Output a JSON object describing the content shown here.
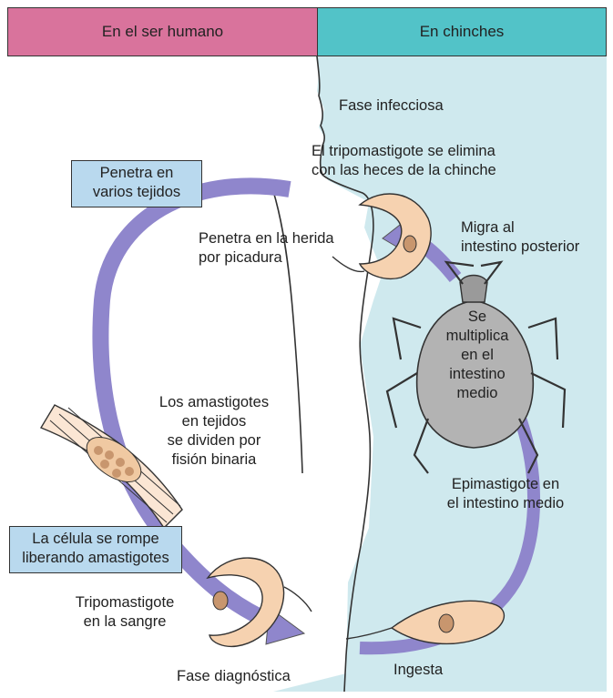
{
  "headers": {
    "left": "En el ser humano",
    "right": "En chinches"
  },
  "boxes": {
    "penetra": [
      "Penetra en",
      "varios tejidos"
    ],
    "rompe": [
      "La célula se rompe",
      "liberando amastigotes"
    ]
  },
  "labels": {
    "fase_infecciosa": "Fase infecciosa",
    "tripo_elimina": [
      "El tripomastigote se elimina",
      "con las heces de la chinche"
    ],
    "migra": [
      "Migra al",
      "intestino posterior"
    ],
    "penetra_herida": [
      "Penetra en la herida",
      "por picadura"
    ],
    "se_multiplica": [
      "Se",
      "multiplica",
      "en el",
      "intestino",
      "medio"
    ],
    "amastigotes": [
      "Los amastigotes",
      "en tejidos",
      "se dividen por",
      "fisión binaria"
    ],
    "epimastigote": [
      "Epimastigote en",
      "el intestino medio"
    ],
    "tripo_sangre": [
      "Tripomastigote",
      "en la sangre"
    ],
    "fase_diagnostica": "Fase diagnóstica",
    "ingesta": "Ingesta"
  },
  "colors": {
    "header_left": "#d9739c",
    "header_right": "#52c3c8",
    "bug_panel": "#cfe9ee",
    "arrow": "#8f86cc",
    "box": "#b9d9ee",
    "parasite": "#f6d2b0"
  }
}
